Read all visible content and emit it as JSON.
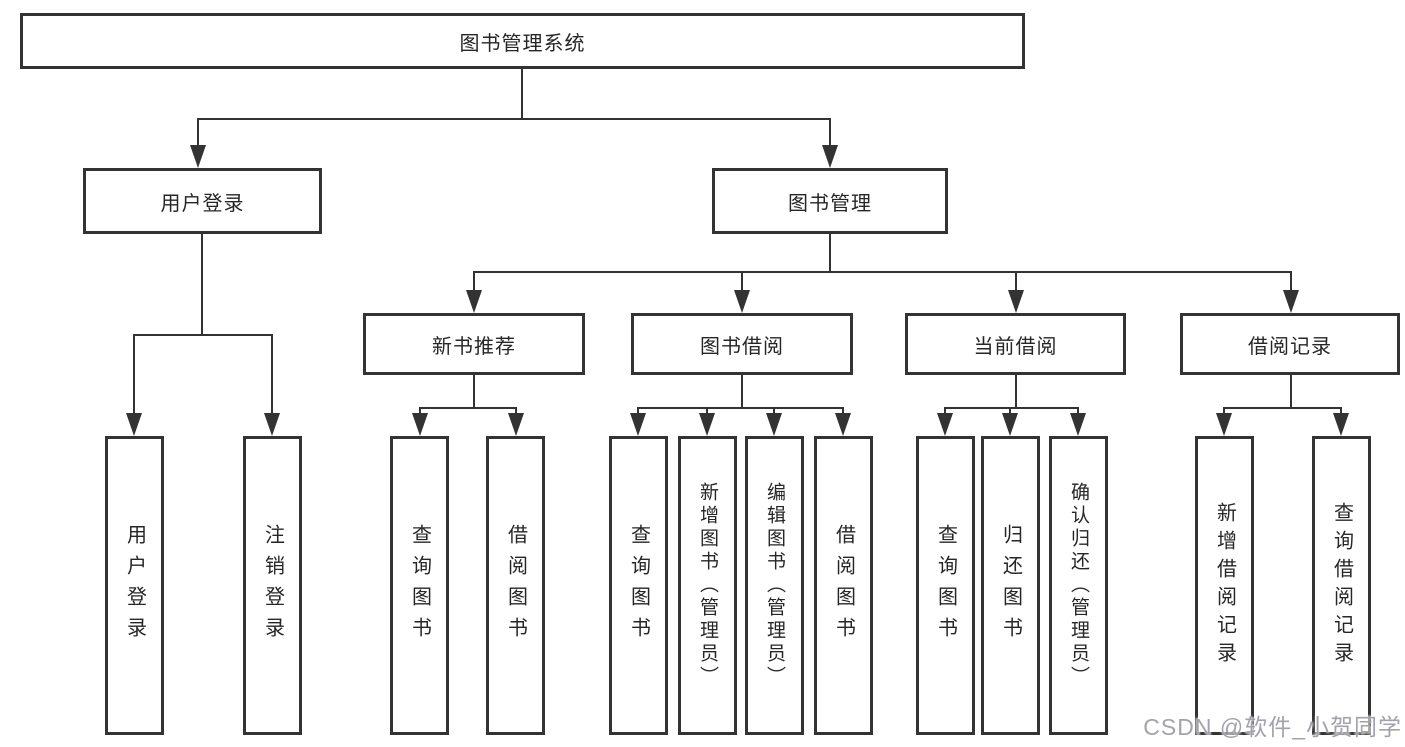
{
  "tree": {
    "label": "图书管理系统",
    "children": [
      {
        "label": "用户登录",
        "children": [
          {
            "label": "用户登录"
          },
          {
            "label": "注销登录"
          }
        ]
      },
      {
        "label": "图书管理",
        "children": [
          {
            "label": "新书推荐",
            "children": [
              {
                "label": "查询图书"
              },
              {
                "label": "借阅图书"
              }
            ]
          },
          {
            "label": "图书借阅",
            "children": [
              {
                "label": "查询图书"
              },
              {
                "label": "新增图书（管理员）"
              },
              {
                "label": "编辑图书（管理员）"
              },
              {
                "label": "借阅图书"
              }
            ]
          },
          {
            "label": "当前借阅",
            "children": [
              {
                "label": "查询图书"
              },
              {
                "label": "归还图书"
              },
              {
                "label": "确认归还（管理员）"
              }
            ]
          },
          {
            "label": "借阅记录",
            "children": [
              {
                "label": "新增借阅记录"
              },
              {
                "label": "查询借阅记录"
              }
            ]
          }
        ]
      }
    ]
  },
  "watermark": "CSDN @软件_小贺同学",
  "colors": {
    "line": "#333333",
    "text": "#262626",
    "box_background": "#ffffff",
    "watermark": "#a2a2ac"
  }
}
